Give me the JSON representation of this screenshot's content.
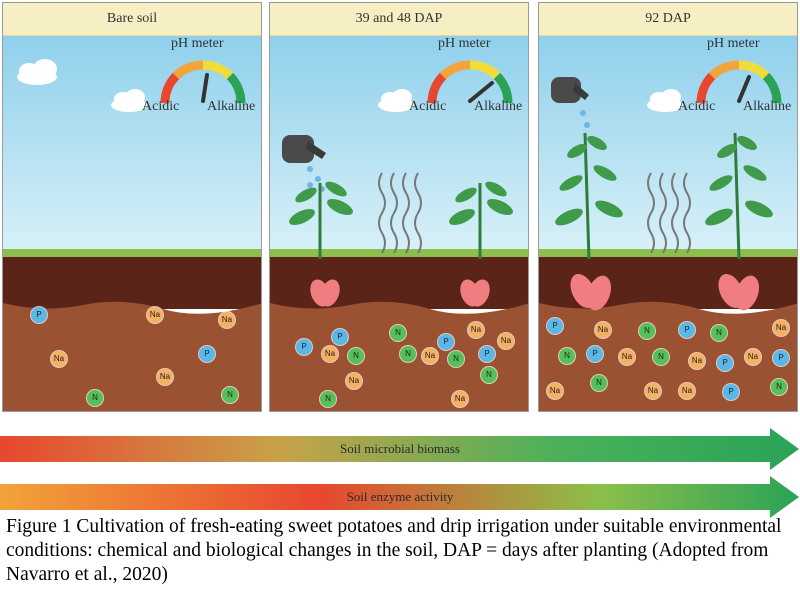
{
  "panels": [
    {
      "title": "Bare soil",
      "ph_meter": {
        "title": "pH meter",
        "low_label": "Acidic",
        "high_label": "Alkaline"
      },
      "nutrients": [
        "P",
        "Na",
        "Na",
        "Na",
        "P",
        "Na",
        "N",
        "N"
      ]
    },
    {
      "title": "39 and 48 DAP",
      "ph_meter": {
        "title": "pH meter",
        "low_label": "Acidic",
        "high_label": "Alkaline"
      },
      "nutrients": [
        "P",
        "P",
        "Na",
        "N",
        "N",
        "N",
        "P",
        "Na",
        "N",
        "Na",
        "P",
        "Na",
        "Na",
        "N",
        "N",
        "Na"
      ]
    },
    {
      "title": "92 DAP",
      "ph_meter": {
        "title": "pH meter",
        "low_label": "Acidic",
        "high_label": "Alkaline"
      },
      "nutrients": [
        "P",
        "Na",
        "N",
        "P",
        "N",
        "Na",
        "N",
        "P",
        "Na",
        "N",
        "Na",
        "P",
        "Na",
        "P",
        "Na",
        "N",
        "Na",
        "Na",
        "Na",
        "P",
        "Na",
        "N"
      ]
    }
  ],
  "arrows": [
    {
      "label": "Soil microbial biomass"
    },
    {
      "label": "Soil enzyme activity"
    }
  ],
  "caption": "Figure 1 Cultivation of fresh-eating sweet potatoes and drip irrigation under suitable environmental conditions: chemical and biological changes in the soil, DAP = days after planting (Adopted from Navarro et al., 2020)",
  "colors": {
    "sky": "#a8dcf0",
    "soil_dark": "#5a2418",
    "soil_light": "#9b5232",
    "leaf": "#3f9a4a",
    "tuber": "#f07d80",
    "arrow_start": "#e8472f",
    "arrow_end": "#2aa357"
  }
}
